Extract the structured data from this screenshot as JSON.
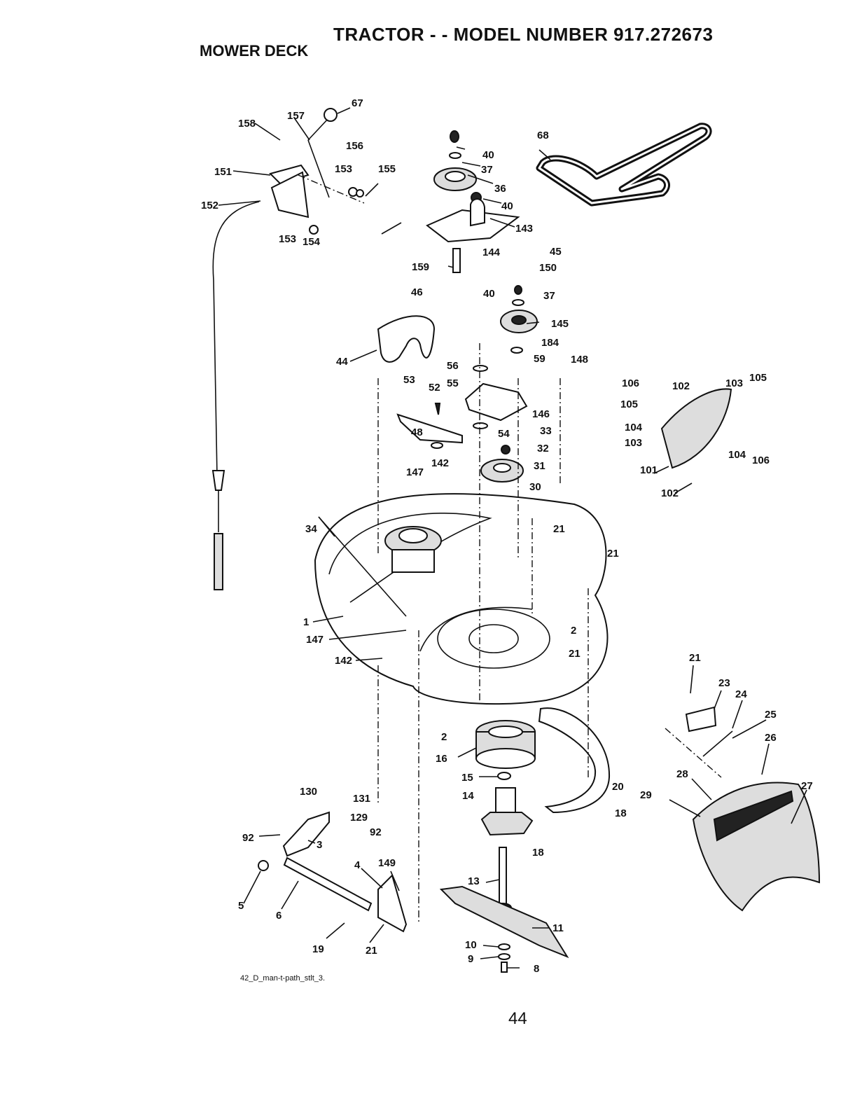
{
  "header": {
    "title": "TRACTOR - - MODEL NUMBER 917.272673",
    "section": "MOWER DECK"
  },
  "footer": {
    "figure_id": "42_D_man-t-path_stlt_3.",
    "page_number": "44"
  },
  "callouts": [
    "157",
    "67",
    "158",
    "156",
    "151",
    "153",
    "155",
    "152",
    "153",
    "154",
    "40",
    "37",
    "36",
    "40",
    "143",
    "144",
    "68",
    "159",
    "45",
    "150",
    "46",
    "40",
    "37",
    "145",
    "44",
    "184",
    "56",
    "59",
    "148",
    "53",
    "52",
    "55",
    "146",
    "33",
    "48",
    "54",
    "32",
    "147",
    "142",
    "31",
    "30",
    "34",
    "21",
    "21",
    "1",
    "147",
    "2",
    "21",
    "142",
    "2",
    "16",
    "15",
    "14",
    "20",
    "18",
    "18",
    "130",
    "131",
    "129",
    "92",
    "92",
    "3",
    "149",
    "4",
    "13",
    "5",
    "6",
    "19",
    "21",
    "11",
    "10",
    "9",
    "8",
    "106",
    "102",
    "103",
    "105",
    "105",
    "104",
    "103",
    "104",
    "106",
    "101",
    "102",
    "21",
    "23",
    "24",
    "25",
    "26",
    "28",
    "29",
    "27"
  ]
}
